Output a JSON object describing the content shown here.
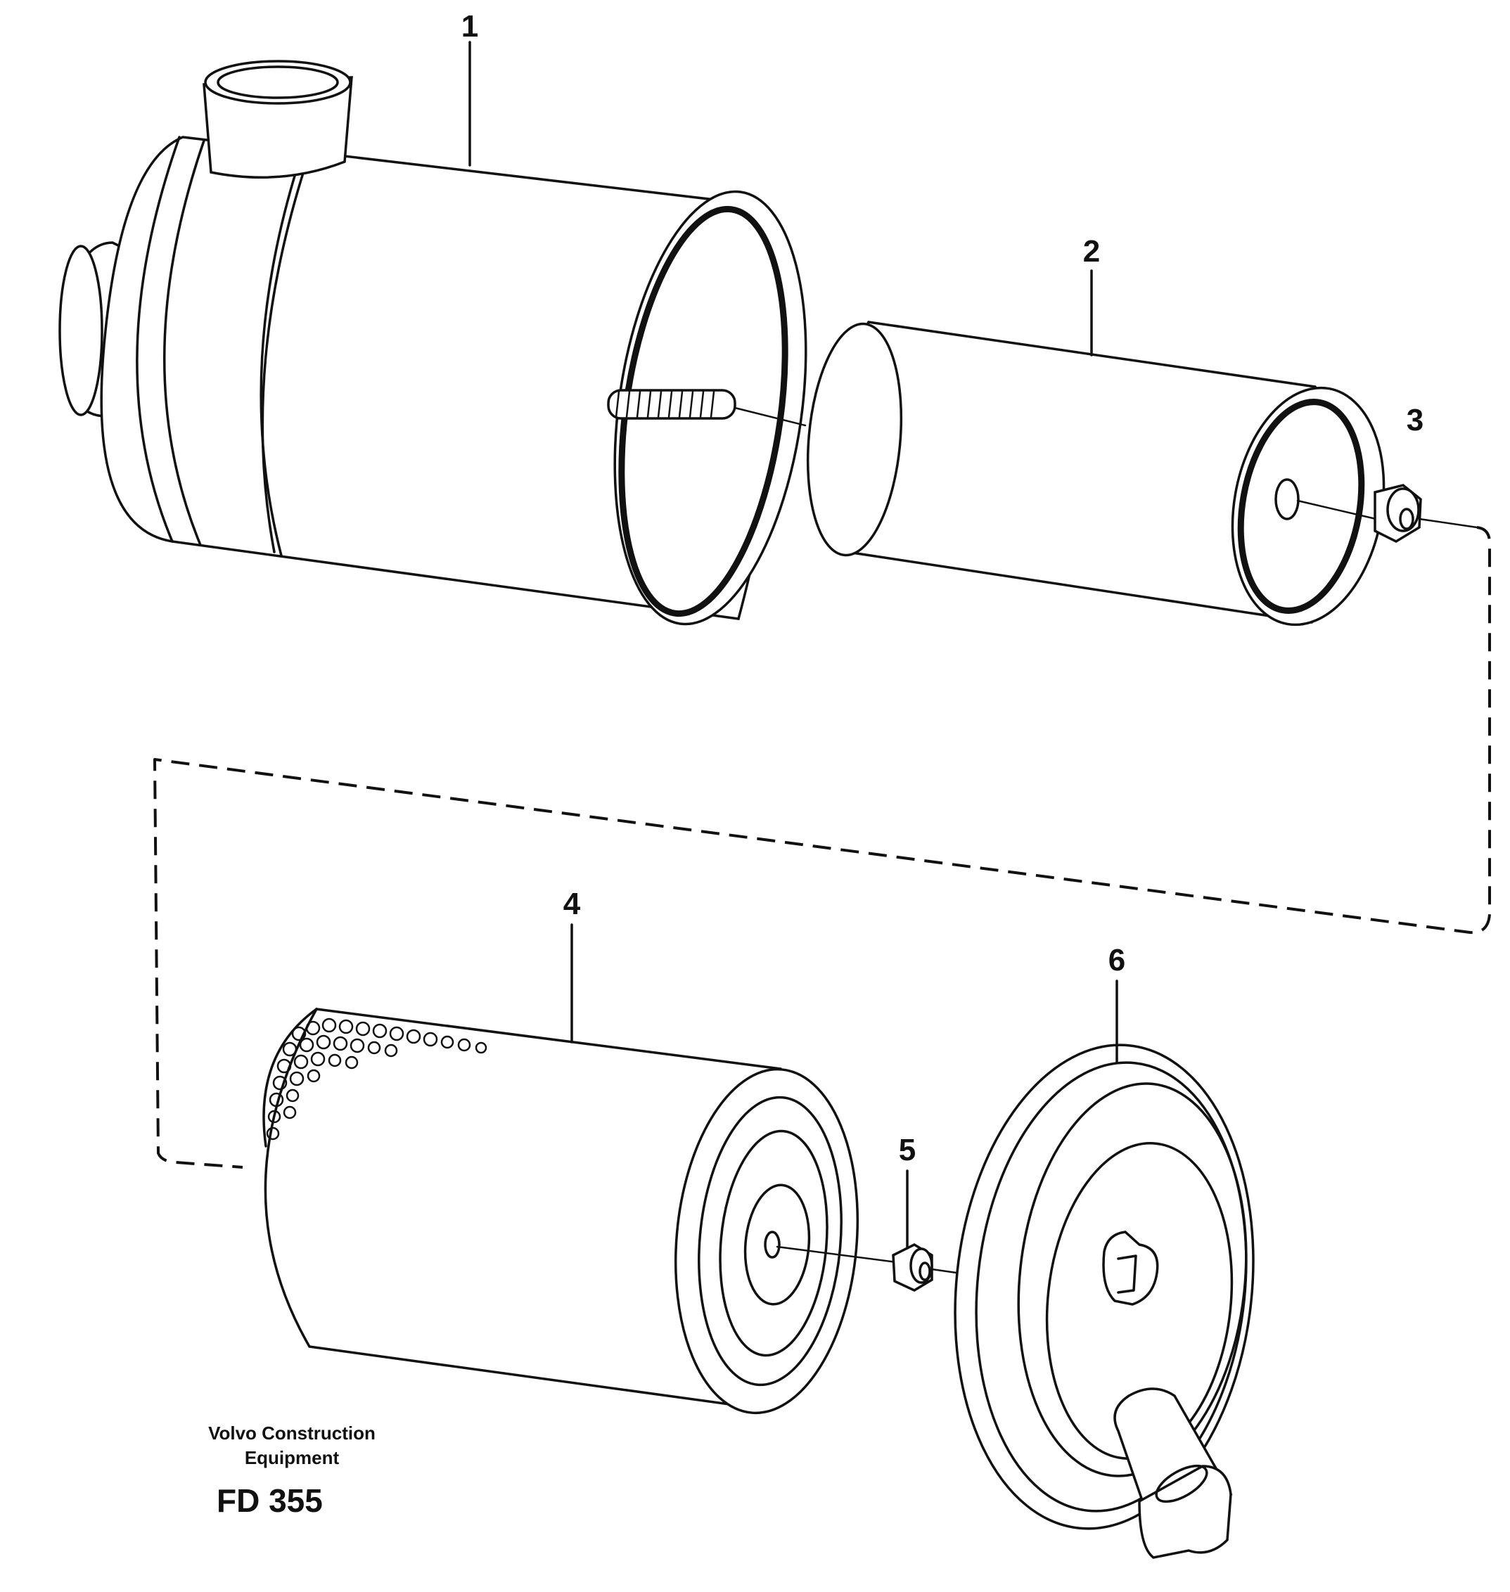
{
  "diagram": {
    "callouts": [
      {
        "id": "1",
        "label": "1"
      },
      {
        "id": "2",
        "label": "2"
      },
      {
        "id": "3",
        "label": "3"
      },
      {
        "id": "4",
        "label": "4"
      },
      {
        "id": "5",
        "label": "5"
      },
      {
        "id": "6",
        "label": "6"
      }
    ],
    "publisher_line1": "Volvo Construction",
    "publisher_line2": "Equipment",
    "figure_code": "FD 355"
  }
}
